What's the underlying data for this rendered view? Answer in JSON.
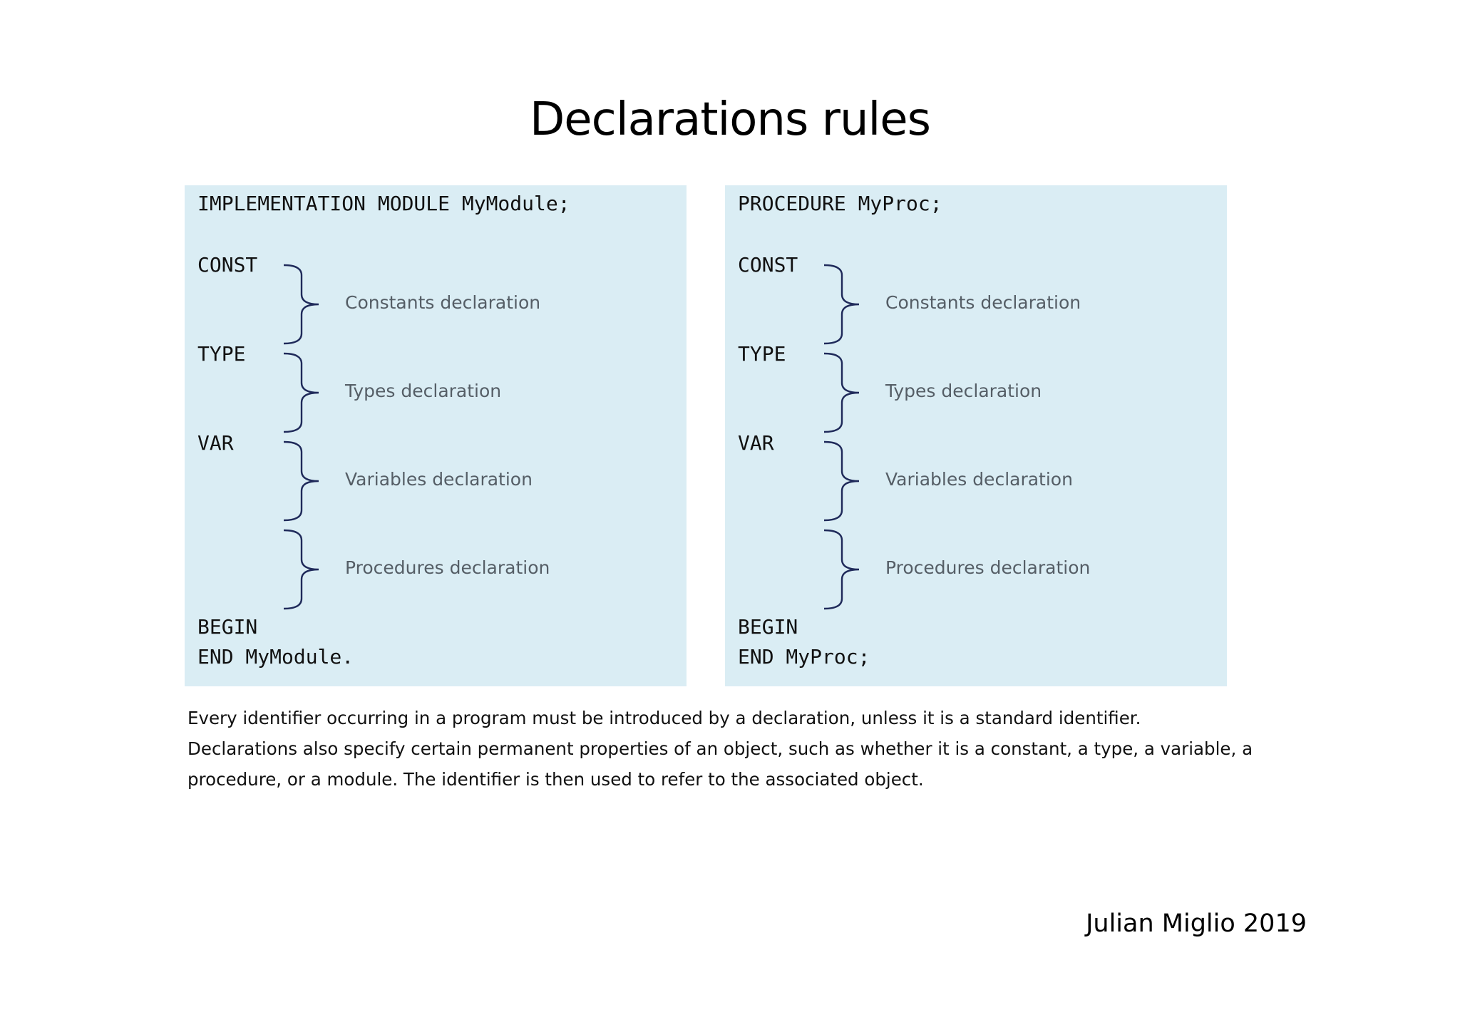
{
  "title": "Declarations rules",
  "panels": [
    {
      "header": "IMPLEMENTATION MODULE MyModule;",
      "const_kw": "CONST",
      "type_kw": "TYPE",
      "var_kw": "VAR",
      "begin_kw": "BEGIN",
      "end_line": "END MyModule.",
      "notes": [
        "Constants declaration",
        "Types declaration",
        "Variables declaration",
        "Procedures declaration"
      ]
    },
    {
      "header": "PROCEDURE MyProc;",
      "const_kw": "CONST",
      "type_kw": "TYPE",
      "var_kw": "VAR",
      "begin_kw": "BEGIN",
      "end_line": "END MyProc;",
      "notes": [
        "Constants declaration",
        "Types declaration",
        "Variables declaration",
        "Procedures declaration"
      ]
    }
  ],
  "description": [
    "Every identifier occurring in a program must be introduced by a declaration, unless it is a standard identifier.",
    "Declarations also specify certain permanent properties of an object, such as whether it is a constant, a type, a variable, a",
    "procedure, or a module. The identifier is then used to refer to the associated object."
  ],
  "author": "Julian Miglio 2019",
  "colors": {
    "panel_background": "#daedf4",
    "brace_stroke": "#1f2a5a",
    "note_text": "#555e66"
  }
}
